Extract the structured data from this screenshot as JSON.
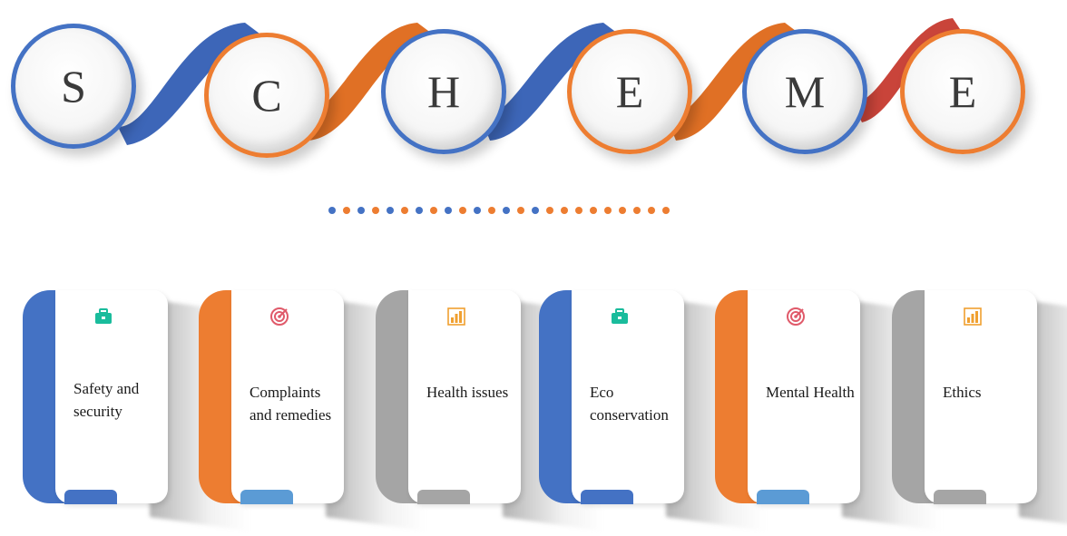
{
  "title_letters": [
    "S",
    "C",
    "H",
    "E",
    "M",
    "E"
  ],
  "cards": [
    {
      "label": "Safety and security",
      "accent": "#4472c4",
      "tab": "#4472c4",
      "icon": "briefcase-icon",
      "icon_color": "#1abc9c"
    },
    {
      "label": "Complaints and remedies",
      "accent": "#ed7d31",
      "tab": "#5b9bd5",
      "icon": "target-icon",
      "icon_color": "#e05a6a"
    },
    {
      "label": "Health issues",
      "accent": "#a5a5a5",
      "tab": "#a5a5a5",
      "icon": "bar-chart-icon",
      "icon_color": "#f0a030"
    },
    {
      "label": "Eco conservation",
      "accent": "#4472c4",
      "tab": "#4472c4",
      "icon": "briefcase-icon",
      "icon_color": "#1abc9c"
    },
    {
      "label": "Mental Health",
      "accent": "#ed7d31",
      "tab": "#5b9bd5",
      "icon": "target-icon",
      "icon_color": "#e05a6a"
    },
    {
      "label": "Ethics",
      "accent": "#a5a5a5",
      "tab": "#a5a5a5",
      "icon": "bar-chart-icon",
      "icon_color": "#f0a030"
    }
  ],
  "colors": {
    "blue": "#4472c4",
    "orange": "#ed7d31",
    "gray": "#a5a5a5"
  }
}
